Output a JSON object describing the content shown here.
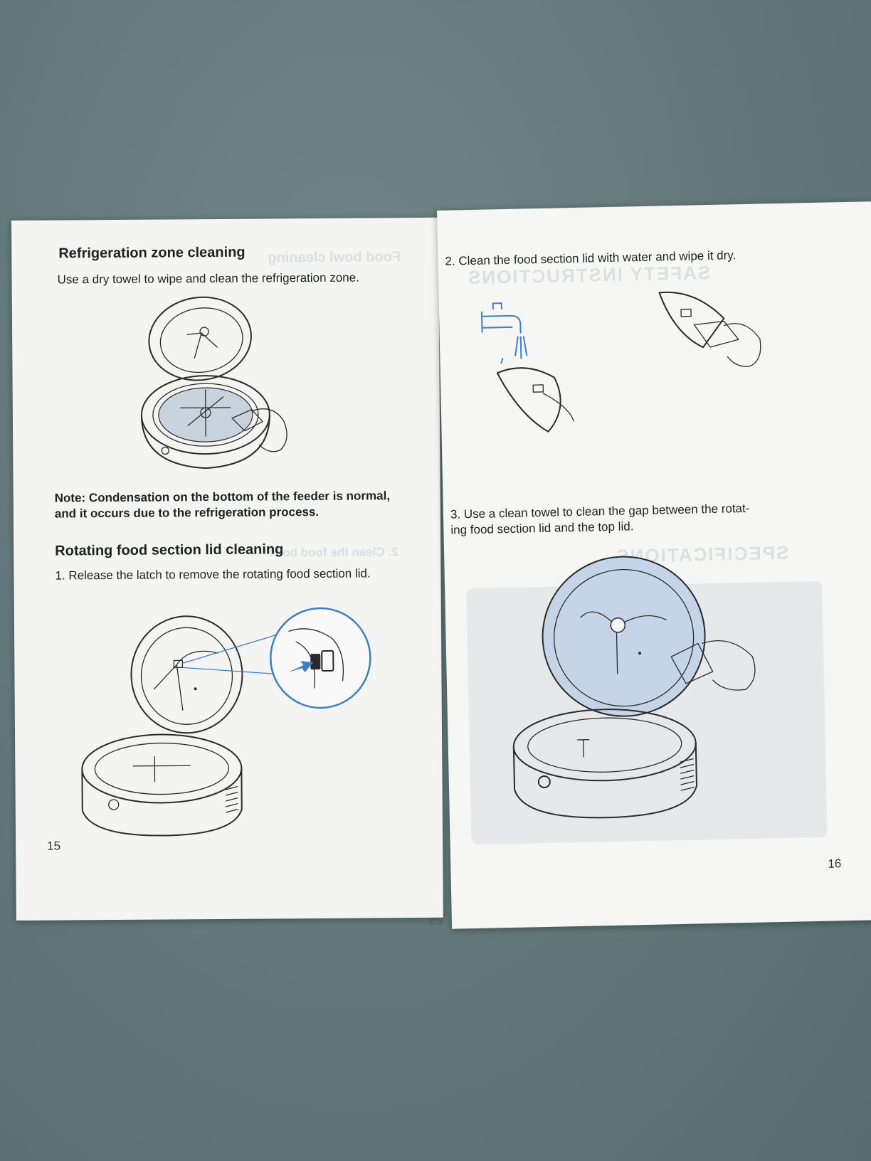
{
  "left_page": {
    "section1_title": "Refrigeration zone cleaning",
    "section1_text": "Use a dry towel to wipe and clean the refrigeration zone.",
    "note_line1": "Note: Condensation on the bottom of the feeder is normal,",
    "note_line2": "and it occurs due to the refrigeration process.",
    "section2_title": "Rotating food section lid cleaning",
    "step1": "1. Release the latch to remove the rotating food section lid.",
    "page_number": "15"
  },
  "right_page": {
    "step2": "2. Clean the food section lid with water and wipe it dry.",
    "step3_line1": "3. Use a clean towel to clean the gap between the rotat-",
    "step3_line2": "ing food section lid and the top lid.",
    "page_number": "16"
  },
  "colors": {
    "background": "#647a7c",
    "paper": "#f4f5f3",
    "accent_blue": "#3f7ec2",
    "lid_highlight": "#c6d4e8"
  },
  "icons": [
    "feeder-open-illustration",
    "latch-zoom-illustration",
    "faucet-illustration",
    "towel-hand-illustration"
  ]
}
